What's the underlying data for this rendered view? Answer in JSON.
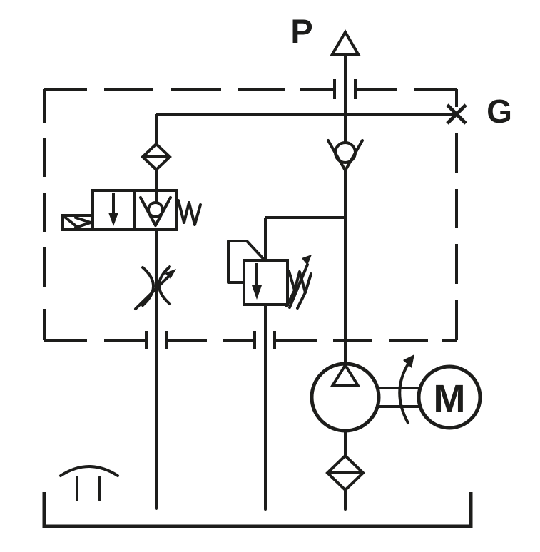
{
  "schematic": {
    "kind": "hydraulic-power-unit-circuit",
    "colors": {
      "line": "#1d1d1b",
      "background": "#ffffff"
    },
    "labels": {
      "pressure_port": "P",
      "gauge_port": "G",
      "motor": "M"
    },
    "components": [
      {
        "id": "pressure-port",
        "symbol": "open-triangle-port",
        "label": "P"
      },
      {
        "id": "gauge-port",
        "symbol": "plugged-test-point-x",
        "label": "G"
      },
      {
        "id": "enclosure",
        "symbol": "dashed-boundary-with-line-crossings"
      },
      {
        "id": "pilot-line-filter",
        "symbol": "diamond-with-crossbar"
      },
      {
        "id": "solenoid-valve",
        "symbol": "2-position-valve-arrow-and-check-solenoid-spring"
      },
      {
        "id": "adjustable-throttle",
        "symbol": "crossed-arcs-with-arrow"
      },
      {
        "id": "relief-valve",
        "symbol": "square-down-arrow-pilot-loop-adjustable-spring"
      },
      {
        "id": "check-valve",
        "symbol": "ball-in-vee-seat"
      },
      {
        "id": "pump",
        "symbol": "circle-with-open-triangle"
      },
      {
        "id": "electric-motor",
        "symbol": "circle-with-M",
        "label": "M"
      },
      {
        "id": "drive-shaft",
        "symbol": "double-line-with-rotation-arrow"
      },
      {
        "id": "suction-filter",
        "symbol": "diamond-with-crossbar"
      },
      {
        "id": "tank",
        "symbol": "open-top-rectangle"
      },
      {
        "id": "breather",
        "symbol": "arc-over-two-stubs"
      }
    ]
  }
}
